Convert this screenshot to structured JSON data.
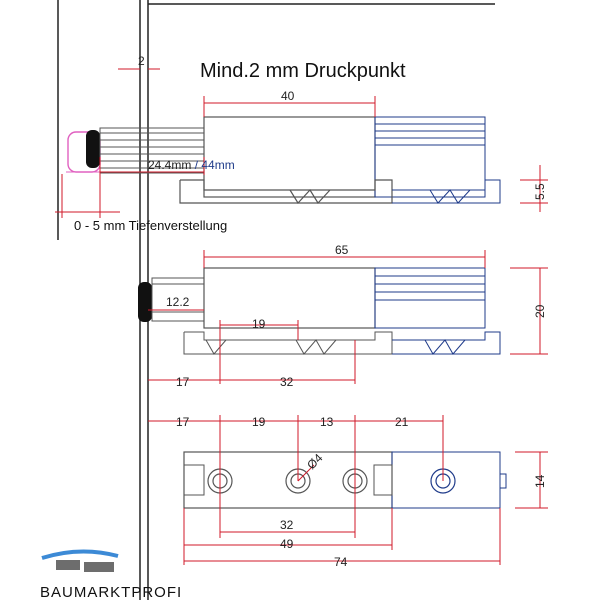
{
  "headline": "Mind.2 mm Druckpunkt",
  "dim_side_gap": "2",
  "dim_push_length": "40",
  "dim_stroke_black": "24.4mm",
  "dim_stroke_slash": " / ",
  "dim_stroke_blue": "44mm",
  "dim_height_small": "5.5",
  "depth_adjustment": "0 - 5 mm Tiefenverstellung",
  "dim_total_length": "65",
  "dim_protrusion": "12.2",
  "dim_height": "20",
  "dim_hole_offset": "19",
  "dim_wall_17": "17",
  "dim_hole_span": "32",
  "bottom_dims": {
    "d17": "17",
    "d19": "19",
    "d13": "13",
    "d21": "21",
    "dia": "Ø4",
    "width": "14",
    "d32": "32",
    "d49": "49",
    "d74": "74"
  },
  "brand": "BAUMARKTPROFI",
  "colors": {
    "dimension_red": "#d11a2a",
    "accent_blue": "#1f3b8a",
    "housing_gray": "#555555",
    "tip_pink": "#e060c0"
  }
}
